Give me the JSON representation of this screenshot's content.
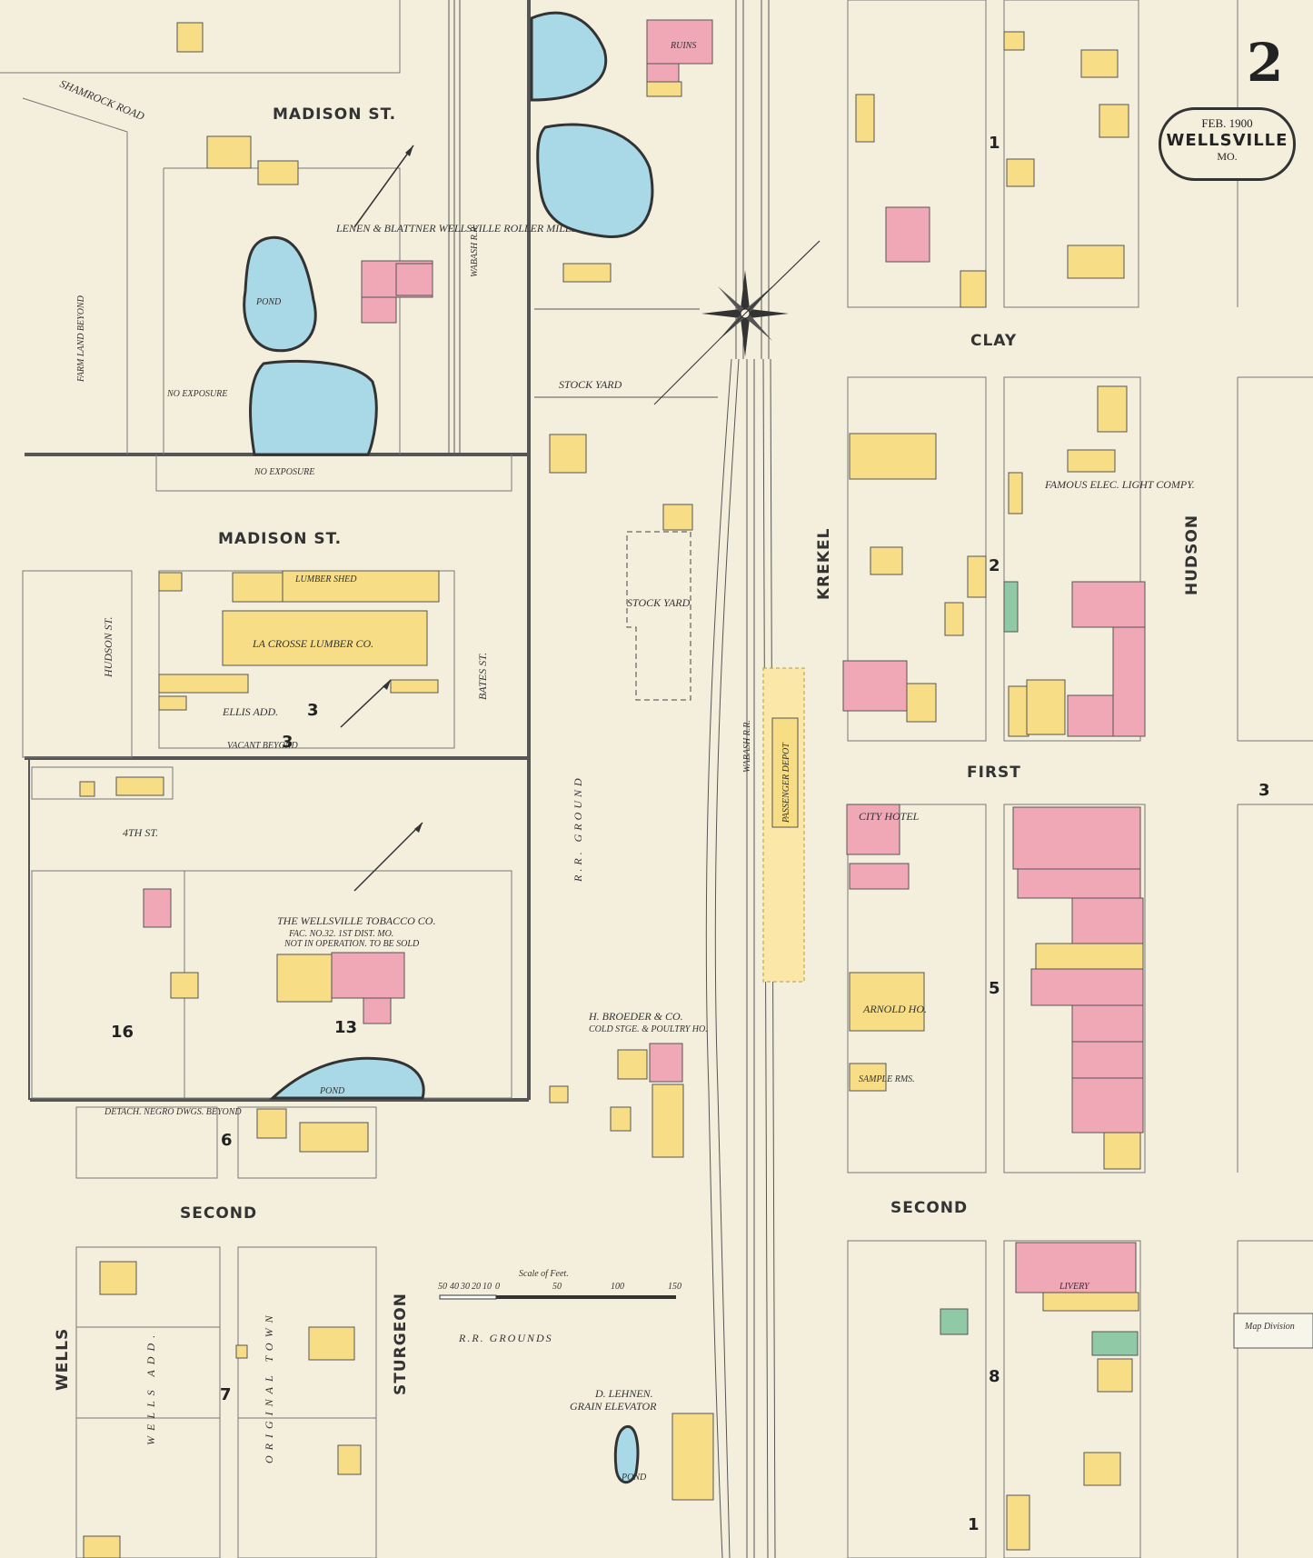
{
  "title": {
    "sheet_number": "2",
    "date": "FEB. 1900",
    "town": "WELLSVILLE",
    "state": "MO."
  },
  "streets": {
    "madison_top": "MADISON ST.",
    "madison_mid": "MADISON ST.",
    "shamrock": "SHAMROCK ROAD",
    "hudson_left": "HUDSON ST.",
    "bates": "BATES ST.",
    "fourth": "4TH ST.",
    "clay": "CLAY",
    "first": "FIRST",
    "second_right": "SECOND",
    "second_left": "SECOND",
    "krekel": "KREKEL",
    "hudson_right": "HUDSON",
    "wells": "WELLS",
    "sturgeon": "STURGEON",
    "wabash_left": "WABASH R.R.",
    "wabash_right": "WABASH R.R."
  },
  "labels": {
    "roller_mills": "LENEN & BLATTNER WELLSVILLE ROLLER MILLS.",
    "pond_top": "POND",
    "farm_land": "FARM LAND BEYOND",
    "no_exposure_top": "NO EXPOSURE",
    "no_exposure_mid": "NO EXPOSURE",
    "lumber_co": "LA CROSSE LUMBER CO.",
    "lumber_shed": "LUMBER SHED",
    "ellis_add": "ELLIS ADD.",
    "vacant_beyond": "VACANT BEYOND",
    "tobacco_co": "THE WELLSVILLE TOBACCO CO.",
    "tobacco_fac": "FAC. NO.32. 1ST DIST. MO.",
    "tobacco_note": "NOT IN OPERATION. TO BE SOLD",
    "pond_mid": "POND",
    "stock_yard_top": "STOCK YARD",
    "stock_yard_mid": "STOCK YARD",
    "rr_ground": "R.R. GROUND",
    "rr_grounds": "R.R. GROUNDS",
    "broeder": "H. BROEDER & CO.",
    "broeder_sub": "COLD STGE. & POULTRY HO.",
    "lehnen": "D. LEHNEN.",
    "lehnen_sub": "GRAIN ELEVATOR",
    "pond_bottom": "POND",
    "passenger_depot": "PASSENGER DEPOT",
    "ruins": "RUINS",
    "famous_elec": "FAMOUS ELEC. LIGHT COMPY.",
    "city_hotel": "CITY HOTEL",
    "arnold_ho": "ARNOLD HO.",
    "sample_rm": "SAMPLE RMS.",
    "livery": "LIVERY",
    "detach_negro": "DETACH. NEGRO DWGS. BEYOND",
    "original_town": "ORIGINAL TOWN",
    "wells_add": "WELLS ADD.",
    "map_division": "Map Division",
    "scale": "Scale of Feet.",
    "scale_ticks": [
      "50",
      "40",
      "30",
      "20",
      "10",
      "0",
      "50",
      "100",
      "150"
    ]
  },
  "block_numbers": [
    "1",
    "2",
    "3",
    "5",
    "6",
    "7",
    "8",
    "13",
    "16",
    "3",
    "3",
    "1"
  ],
  "colors": {
    "paper": "#f4efdd",
    "frame_yellow": "#f7dd86",
    "brick_pink": "#f0a7b6",
    "stone_green": "#8fc9a6",
    "water_blue": "#a9d9e6"
  }
}
